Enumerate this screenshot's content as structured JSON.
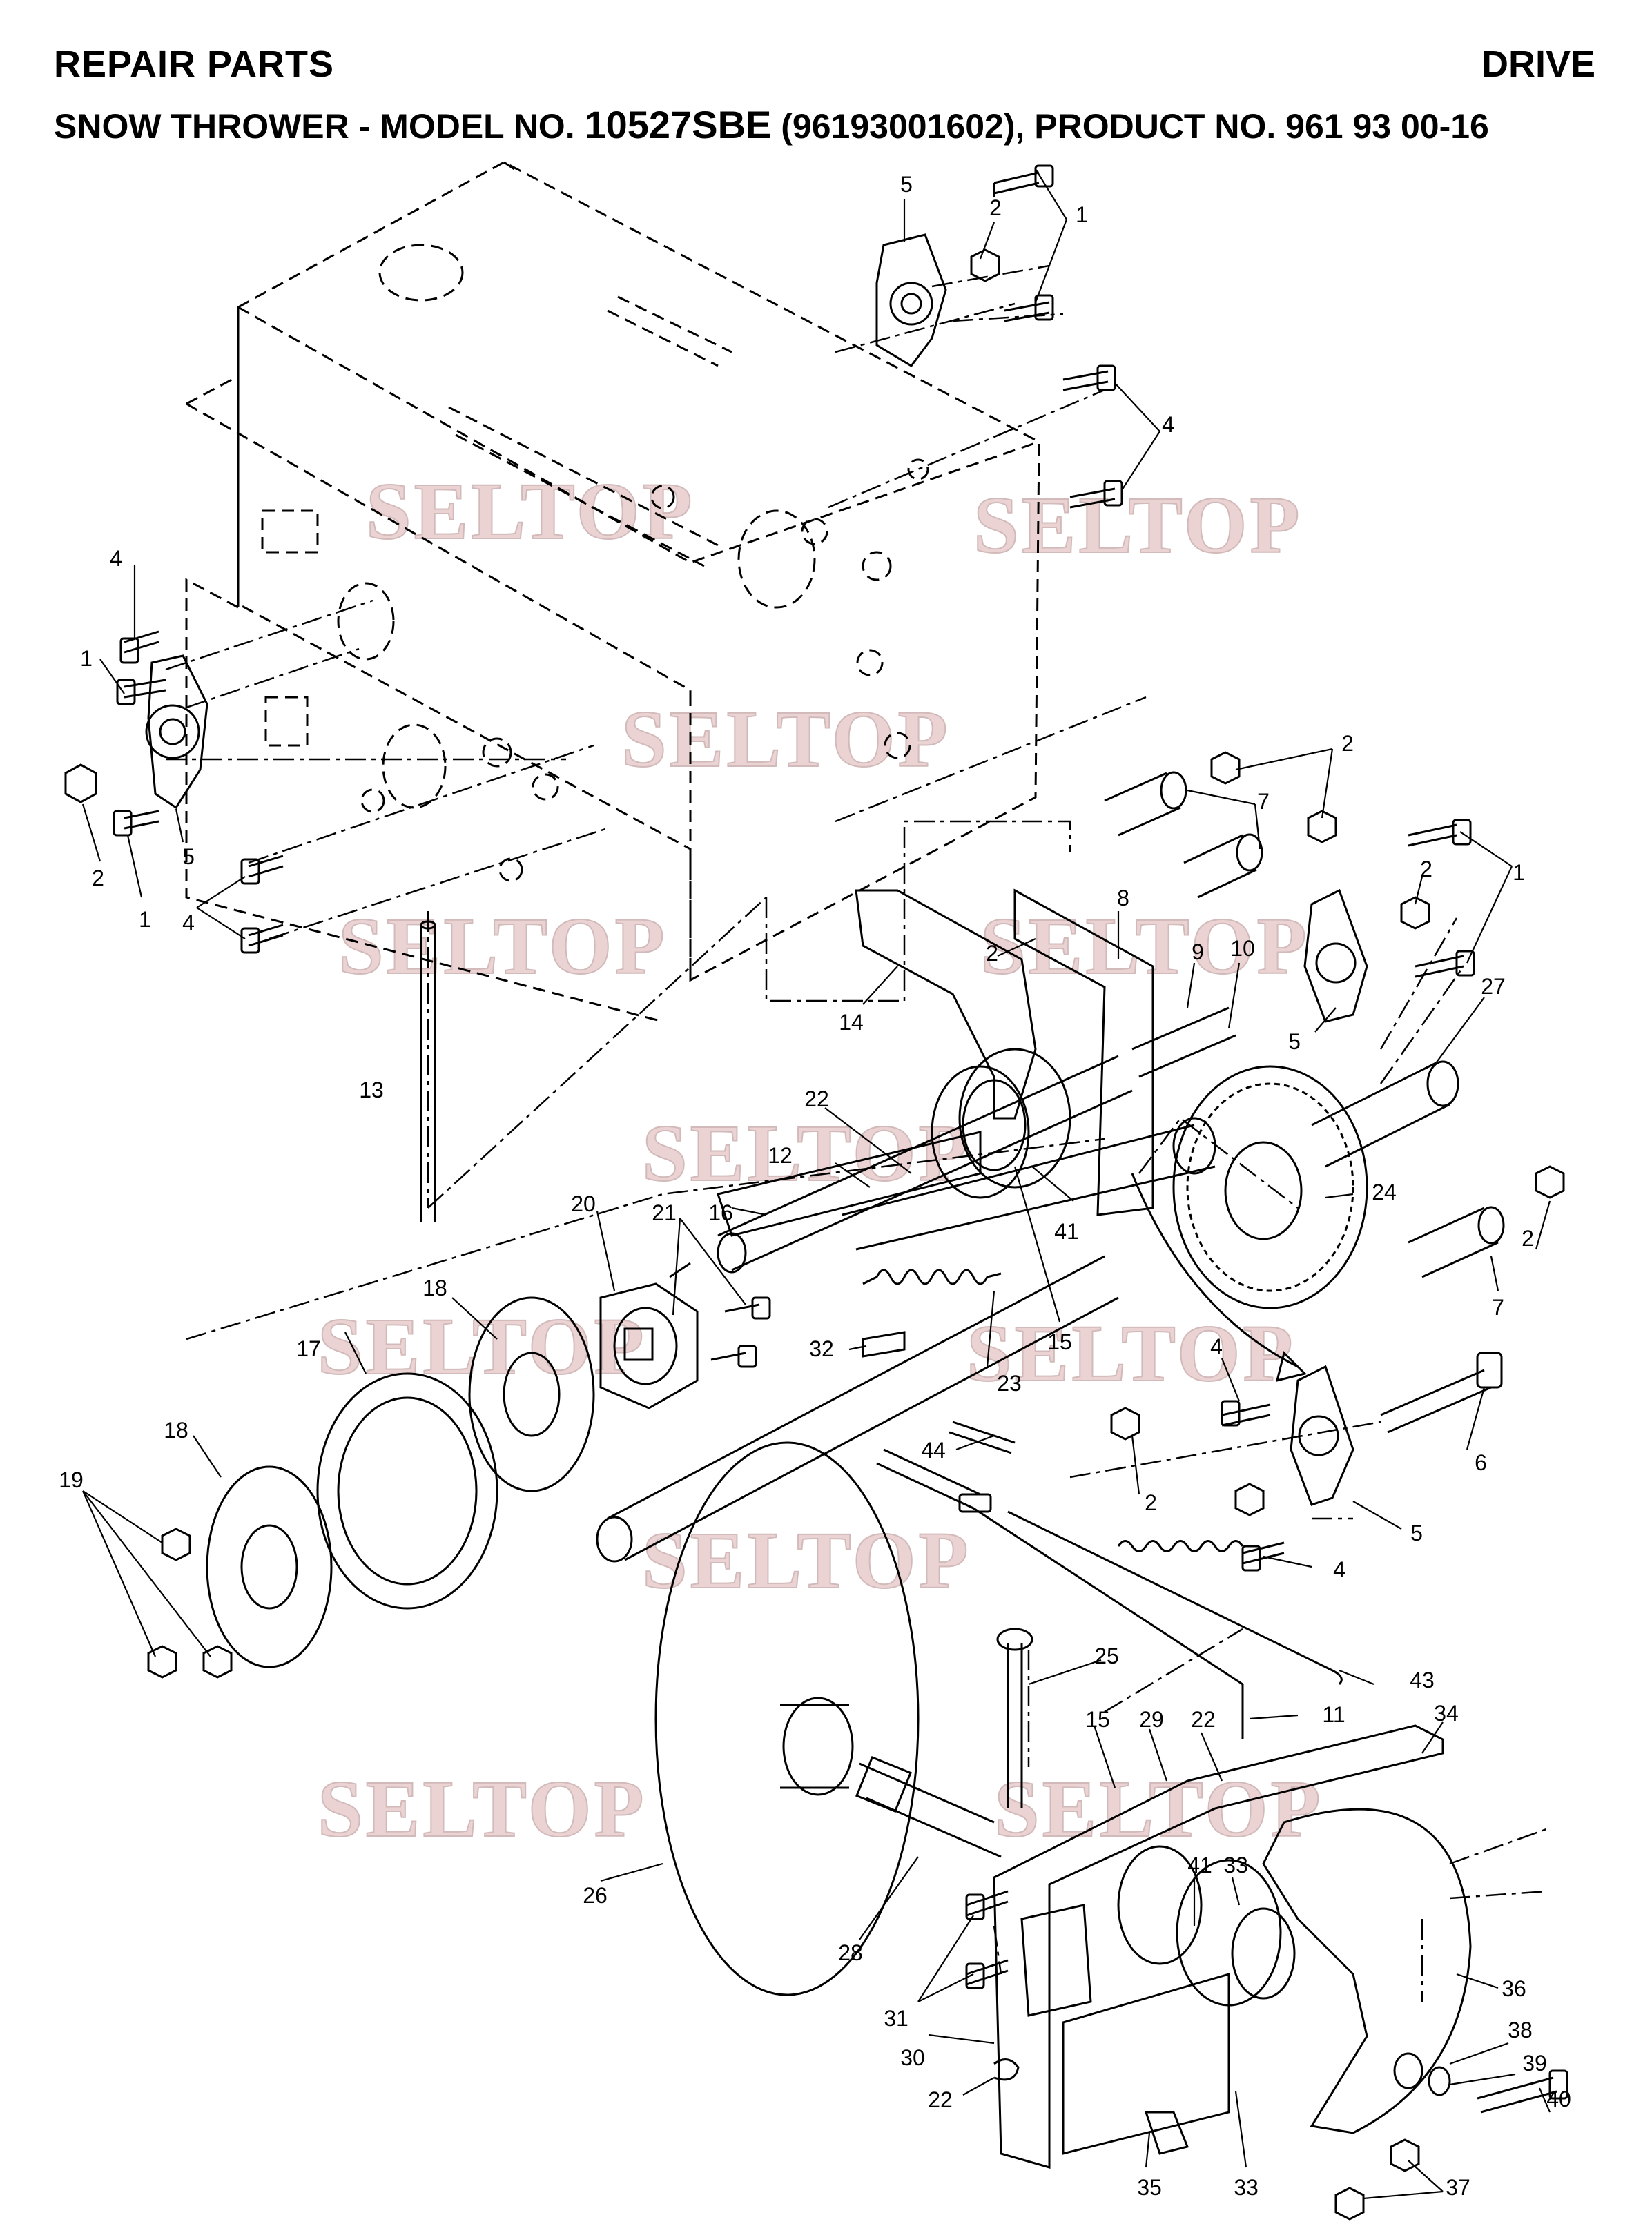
{
  "header": {
    "title": "REPAIR PARTS",
    "section": "DRIVE",
    "subtitle_prefix": "SNOW THROWER - MODEL NO.",
    "model": "10527SBE",
    "subtitle_suffix": "(96193001602), PRODUCT NO. 961 93 00-16"
  },
  "watermark": "SELTOP",
  "callouts": [
    {
      "id": "c5a",
      "label": "5"
    },
    {
      "id": "c2a",
      "label": "2"
    },
    {
      "id": "c1a",
      "label": "1"
    },
    {
      "id": "c4a",
      "label": "4"
    },
    {
      "id": "c4b",
      "label": "4"
    },
    {
      "id": "c1b",
      "label": "1"
    },
    {
      "id": "c2b",
      "label": "2"
    },
    {
      "id": "c5b",
      "label": "5"
    },
    {
      "id": "c1c",
      "label": "1"
    },
    {
      "id": "c4c",
      "label": "4"
    },
    {
      "id": "c2c",
      "label": "2"
    },
    {
      "id": "c7a",
      "label": "7"
    },
    {
      "id": "c2d",
      "label": "2"
    },
    {
      "id": "c1d",
      "label": "1"
    },
    {
      "id": "c8",
      "label": "8"
    },
    {
      "id": "c2e",
      "label": "2"
    },
    {
      "id": "c9",
      "label": "9"
    },
    {
      "id": "c10",
      "label": "10"
    },
    {
      "id": "c5c",
      "label": "5"
    },
    {
      "id": "c27",
      "label": "27"
    },
    {
      "id": "c14",
      "label": "14"
    },
    {
      "id": "c13",
      "label": "13"
    },
    {
      "id": "c22a",
      "label": "22"
    },
    {
      "id": "c12",
      "label": "12"
    },
    {
      "id": "c16",
      "label": "16"
    },
    {
      "id": "c2f",
      "label": "2"
    },
    {
      "id": "c24",
      "label": "24"
    },
    {
      "id": "c41a",
      "label": "41"
    },
    {
      "id": "c21",
      "label": "21"
    },
    {
      "id": "c20",
      "label": "20"
    },
    {
      "id": "c7b",
      "label": "7"
    },
    {
      "id": "c18a",
      "label": "18"
    },
    {
      "id": "c15a",
      "label": "15"
    },
    {
      "id": "c17",
      "label": "17"
    },
    {
      "id": "c32",
      "label": "32"
    },
    {
      "id": "c23",
      "label": "23"
    },
    {
      "id": "c4d",
      "label": "4"
    },
    {
      "id": "c6",
      "label": "6"
    },
    {
      "id": "c18b",
      "label": "18"
    },
    {
      "id": "c44",
      "label": "44"
    },
    {
      "id": "c19",
      "label": "19"
    },
    {
      "id": "c2g",
      "label": "2"
    },
    {
      "id": "c5d",
      "label": "5"
    },
    {
      "id": "c4e",
      "label": "4"
    },
    {
      "id": "c25",
      "label": "25"
    },
    {
      "id": "c43",
      "label": "43"
    },
    {
      "id": "c11",
      "label": "11"
    },
    {
      "id": "c34",
      "label": "34"
    },
    {
      "id": "c15b",
      "label": "15"
    },
    {
      "id": "c29",
      "label": "29"
    },
    {
      "id": "c22b",
      "label": "22"
    },
    {
      "id": "c41b",
      "label": "41"
    },
    {
      "id": "c33a",
      "label": "33"
    },
    {
      "id": "c26",
      "label": "26"
    },
    {
      "id": "c28",
      "label": "28"
    },
    {
      "id": "c36",
      "label": "36"
    },
    {
      "id": "c31",
      "label": "31"
    },
    {
      "id": "c38",
      "label": "38"
    },
    {
      "id": "c39",
      "label": "39"
    },
    {
      "id": "c30",
      "label": "30"
    },
    {
      "id": "c40",
      "label": "40"
    },
    {
      "id": "c22c",
      "label": "22"
    },
    {
      "id": "c35",
      "label": "35"
    },
    {
      "id": "c33b",
      "label": "33"
    },
    {
      "id": "c37",
      "label": "37"
    }
  ]
}
